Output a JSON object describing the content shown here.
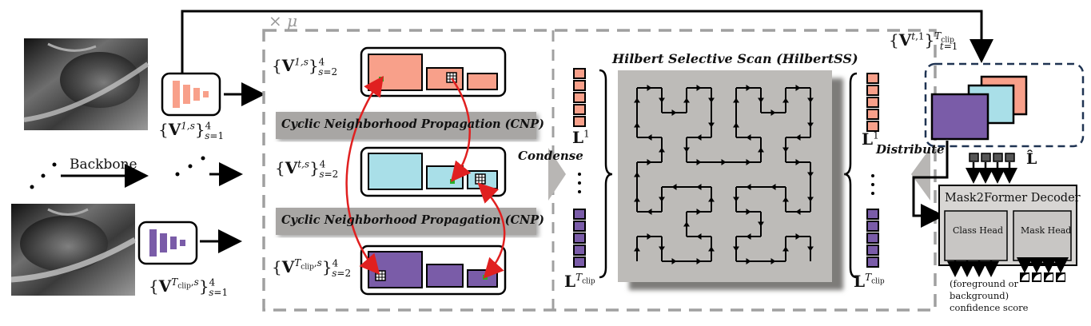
{
  "multiplier": "× μ",
  "backbone_label": "Backbone",
  "feature_labels": {
    "first": "{V1,s}4s=1",
    "last": "{VTclip,s}4s=1"
  },
  "cnp_label": "Cyclic Neighborhood Propagation (CNP)",
  "stack_labels": {
    "first": "{V1,s}4s=2",
    "middle": "{Vt,s}4s=2",
    "last": "{VTclip,s}4s=2"
  },
  "condense_label": "Condense",
  "distribute_label": "Distribute",
  "hilbert_title": "Hilbert Selective Scan (HilbertSS)",
  "token_labels": {
    "first_left": "L1",
    "last_left": "LTclip",
    "first_right": "L1",
    "last_right": "LTclip"
  },
  "output_features_label": "{Vt,1}Tclip t=1",
  "query_label": "L̂",
  "decoder_title": "Mask2Former Decoder",
  "class_head": "Class Head",
  "mask_head": "Mask Head",
  "confidence_caption": [
    "(foreground or",
    "background)",
    "confidence score"
  ],
  "colors": {
    "salmon": "#f8a08a",
    "lightblue": "#a9dfe8",
    "purple": "#7a5ca8",
    "red_arrow": "#e02020",
    "green_dot": "#28b028",
    "dashed_gray": "#a0a0a0",
    "panel_gray": "#bdbbb8"
  }
}
